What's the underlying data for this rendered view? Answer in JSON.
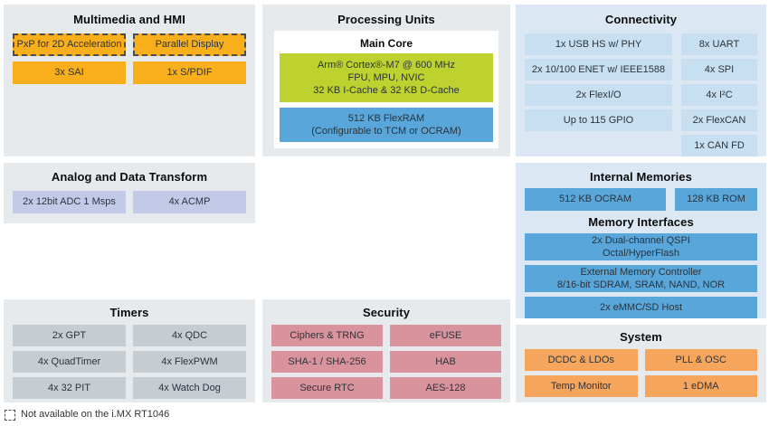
{
  "panels": {
    "multimedia": {
      "title": "Multimedia and HMI",
      "blocks": [
        {
          "label": "PxP for 2D Acceleration",
          "dashed": true
        },
        {
          "label": "Parallel Display",
          "dashed": true
        },
        {
          "label": "3x SAI",
          "dashed": false
        },
        {
          "label": "1x S/PDIF",
          "dashed": false
        }
      ]
    },
    "processing": {
      "title": "Processing Units",
      "core_title": "Main Core",
      "cpu_block": "Arm® Cortex®-M7 @ 600 MHz\nFPU, MPU, NVIC\n32 KB I-Cache & 32 KB D-Cache",
      "flexram_block": "512 KB FlexRAM\n(Configurable to TCM or OCRAM)"
    },
    "connectivity": {
      "title": "Connectivity",
      "left_blocks": [
        "1x USB HS w/ PHY",
        "2x 10/100 ENET w/ IEEE1588",
        "2x FlexI/O",
        "Up to 115 GPIO"
      ],
      "right_blocks": [
        "8x UART",
        "4x SPI",
        "4x I²C",
        "2x FlexCAN",
        "1x CAN FD"
      ]
    },
    "analog": {
      "title": "Analog and Data Transform",
      "blocks": [
        "2x 12bit ADC 1 Msps",
        "4x ACMP"
      ]
    },
    "memories": {
      "internal_title": "Internal Memories",
      "internal_blocks": [
        "512 KB OCRAM",
        "128 KB ROM"
      ],
      "interfaces_title": "Memory Interfaces",
      "interface_blocks": [
        "2x Dual-channel QSPI\nOctal/HyperFlash",
        "External Memory Controller\n8/16-bit SDRAM, SRAM, NAND, NOR",
        "2x eMMC/SD Host"
      ]
    },
    "timers": {
      "title": "Timers",
      "blocks": [
        "2x GPT",
        "4x QDC",
        "4x QuadTimer",
        "4x FlexPWM",
        "4x 32 PIT",
        "4x Watch Dog"
      ]
    },
    "security": {
      "title": "Security",
      "blocks": [
        "Ciphers & TRNG",
        "eFUSE",
        "SHA-1 / SHA-256",
        "HAB",
        "Secure RTC",
        "AES-128"
      ]
    },
    "system": {
      "title": "System",
      "blocks": [
        "DCDC & LDOs",
        "PLL & OSC",
        "Temp Monitor",
        "1 eDMA"
      ]
    }
  },
  "legend": {
    "text": "Not available on the i.MX RT1046"
  },
  "colors": {
    "panel_grey": "#e7eaec",
    "panel_blue": "#dbe8f3",
    "multimedia_orange": "#f9af1b",
    "core_green": "#bdd12f",
    "memory_blue": "#58a6da",
    "connectivity_light_blue": "#c7dff0",
    "analog_lavender": "#c3cae8",
    "timer_grey": "#c5cdd3",
    "security_pink": "#d9939d",
    "system_orange": "#f6a55c",
    "dashed_border": "#4d4d4f"
  }
}
